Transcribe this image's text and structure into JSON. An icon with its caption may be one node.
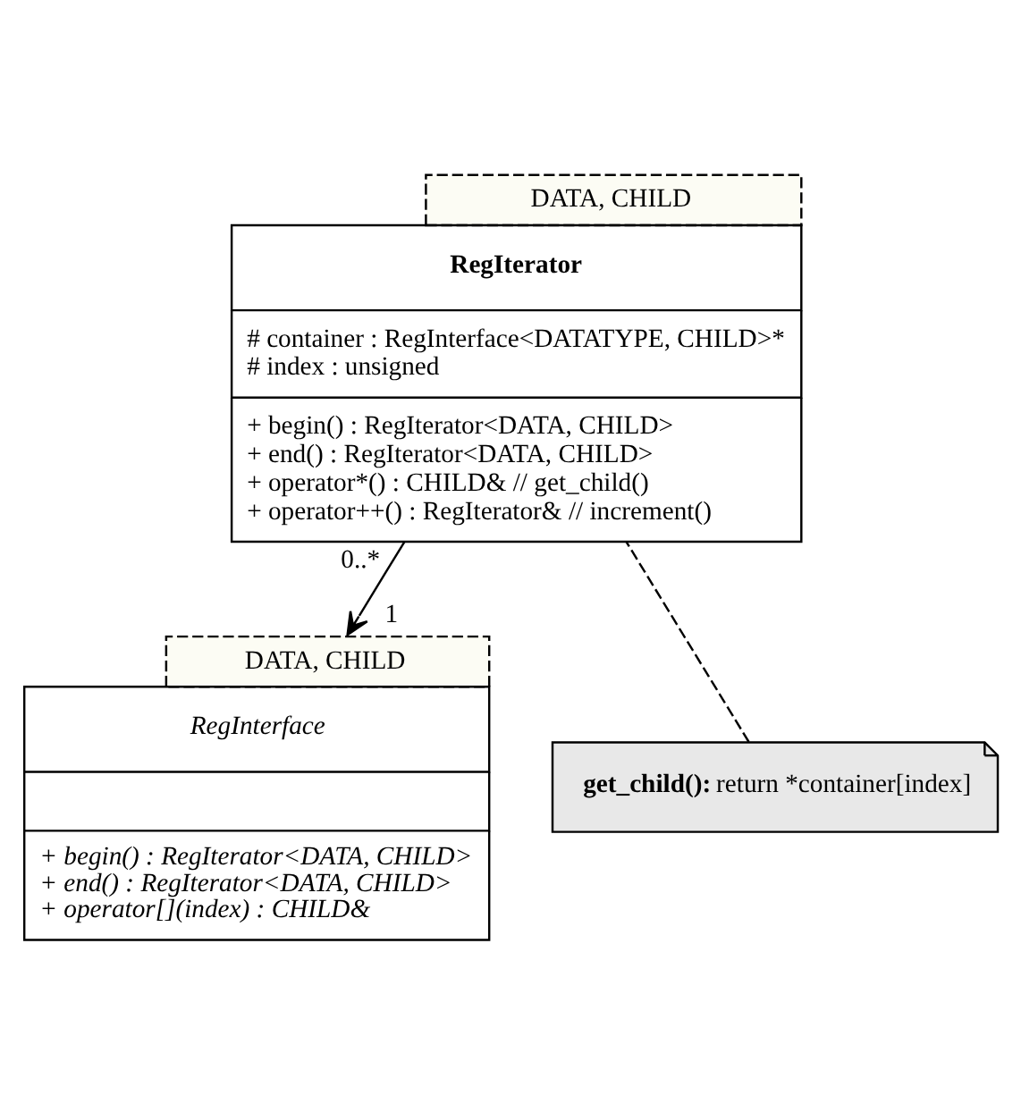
{
  "diagram": {
    "nodes": [
      {
        "text": [
          "DATA, CHILD",
          "RegIterator",
          "# container : RegInterface<DATATYPE, CHILD>*",
          "# index : unsigned",
          "+ begin() : RegIterator<DATA, CHILD>",
          "+ end() : RegIterator<DATA, CHILD>",
          "+ operator*() : CHILD& // get_child()",
          "+ operator++() : RegIterator& // increment()"
        ]
      },
      {
        "text": [
          "**get_child():** return *container[index]"
        ]
      },
      {
        "text": [
          "DATA, CHILD",
          "RegInterface",
          "+ begin() : RegIterator<DATA, CHILD>",
          "+ end() : RegIterator<DATA, CHILD>",
          "+ operator[](index) : CHILD&"
        ]
      }
    ],
    "edges": [
      {
        "from": 1,
        "to": 0,
        "arrow": "none",
        "style": "dashed"
      },
      {
        "from": 0,
        "to": 2,
        "arrow": "to"
      }
    ],
    "labels": [
      "0..*",
      "1"
    ]
  }
}
